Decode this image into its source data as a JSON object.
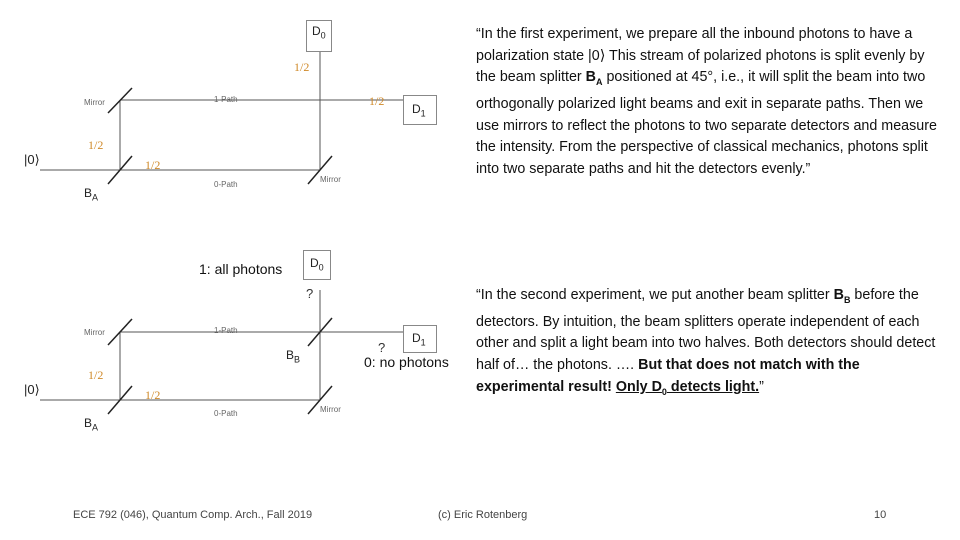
{
  "slide": {
    "para1": {
      "t1": "“In the first experiment, we prepare all the inbound photons to have a polarization state |0",
      "glyph": "⟩",
      "t2": "This stream of polarized photons is split evenly by the beam splitter ",
      "bsA": "B",
      "bsA_sub": "A",
      "t3": " positioned at 45°, i.e., it will split the beam into two orthogonally polarized light beams and exit in separate paths. Then we use mirrors to reflect the photons to two separate detectors and measure the intensity. From the perspective of classical mechanics, photons split into two separate paths and hit the detectors evenly.”"
    },
    "para2": {
      "t1": "“In the second experiment, we put another beam splitter ",
      "bsB": "B",
      "bsB_sub": "B",
      "t2": " before the detectors. By intuition, the beam splitters operate independent of each other and split a light beam into two halves. Both detectors should detect half of… the photons. ….",
      "bold": "But that does not match with the experimental result! ",
      "bold_u": "Only D",
      "bold_u_sub": "0",
      "bold_u2": " detects light.",
      "t3": "”"
    },
    "annotations": {
      "all_photons": "1: all photons",
      "no_photons": "0: no photons"
    },
    "diagram_top": {
      "d0": "D",
      "d0_sub": "0",
      "d1": "D",
      "d1_sub": "1",
      "half_top": "1/2",
      "half_right": "1/2",
      "half_left": "1/2",
      "half_mid": "1/2",
      "ket0": "|0⟩",
      "mirror_top": "Mirror",
      "mirror_bottom": "Mirror",
      "path1": "1-Path",
      "path0": "0-Path",
      "ba": "B",
      "ba_sub": "A"
    },
    "diagram_bottom": {
      "d0": "D",
      "d0_sub": "0",
      "d1": "D",
      "d1_sub": "1",
      "q_top": "?",
      "q_right": "?",
      "half_left": "1/2",
      "half_mid": "1/2",
      "ket0": "|0⟩",
      "mirror_top": "Mirror",
      "mirror_bottom": "Mirror",
      "path1": "1-Path",
      "path0": "0-Path",
      "bb": "B",
      "bb_sub": "B",
      "ba": "B",
      "ba_sub": "A"
    },
    "footer": {
      "course": "ECE 792 (046), Quantum Comp. Arch., Fall 2019",
      "author": "(c) Eric Rotenberg",
      "page": "10"
    }
  }
}
